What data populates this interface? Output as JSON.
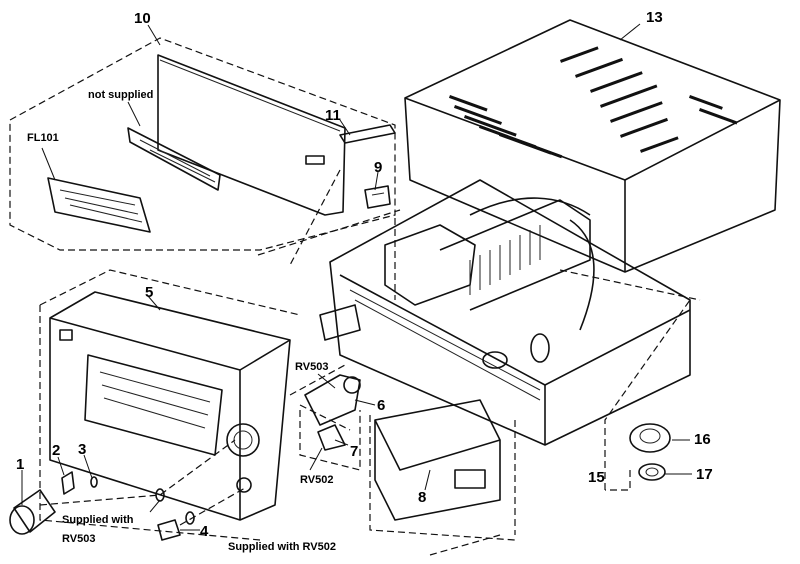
{
  "callouts": {
    "n1": "1",
    "n2": "2",
    "n3": "3",
    "n4": "4",
    "n5": "5",
    "n6": "6",
    "n7": "7",
    "n8": "8",
    "n9": "9",
    "n10": "10",
    "n11": "11",
    "n13": "13",
    "n15": "15",
    "n16": "16",
    "n17": "17"
  },
  "labels": {
    "not_supplied": "not supplied",
    "fl101": "FL101",
    "rv503_top": "RV503",
    "rv502": "RV502",
    "supplied_with": "Supplied with",
    "rv503_bottom": "RV503",
    "supplied_with_rv502": "Supplied with RV502"
  }
}
